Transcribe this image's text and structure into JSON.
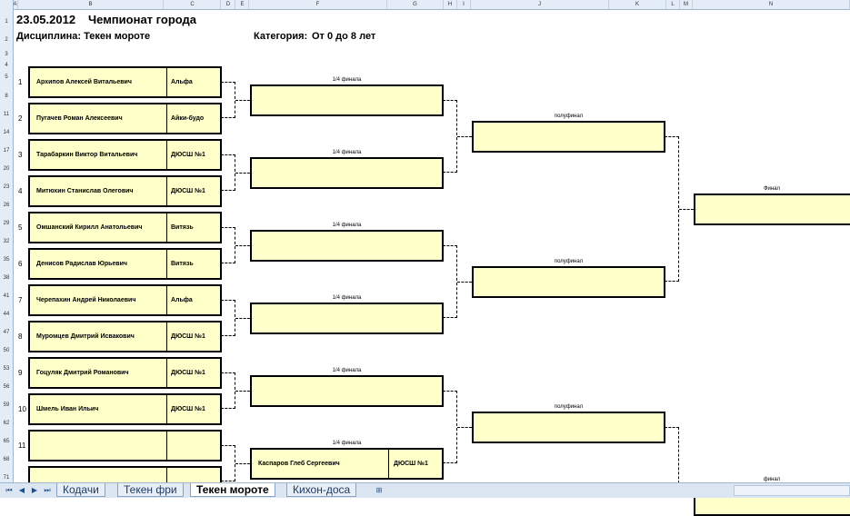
{
  "colors": {
    "cell_fill": "#ffffc9",
    "border": "#000000",
    "header_bg": "#e4ecf7",
    "tab_bar": "#dce6f3"
  },
  "columns": [
    "A",
    "B",
    "C",
    "D",
    "E",
    "F",
    "G",
    "H",
    "I",
    "J",
    "K",
    "L",
    "M",
    "N"
  ],
  "rows": [
    "1",
    "2",
    "3",
    "4",
    "5",
    "8",
    "11",
    "14",
    "17",
    "20",
    "23",
    "26",
    "29",
    "32",
    "35",
    "38",
    "41",
    "44",
    "47",
    "50",
    "53",
    "56",
    "59",
    "62",
    "65",
    "68",
    "71"
  ],
  "title": {
    "date": "23.05.2012",
    "event": "Чемпионат города",
    "discipline_label": "Дисциплина: Текен мороте",
    "category_label": "Категория:",
    "category_value": "От 0 до 8 лет"
  },
  "participants": [
    {
      "num": "1",
      "name": "Архипов Алексей Витальевич",
      "club": "Альфа"
    },
    {
      "num": "2",
      "name": "Пугачев Роман Алексеевич",
      "club": "Айки-будо"
    },
    {
      "num": "3",
      "name": "Тарабаркин Виктор Витальевич",
      "club": "ДЮСШ №1"
    },
    {
      "num": "4",
      "name": "Митюхин Станислав Олегович",
      "club": "ДЮСШ №1"
    },
    {
      "num": "5",
      "name": "Омшанский Кирилл Анатольевич",
      "club": "Витязь"
    },
    {
      "num": "6",
      "name": "Денисов Радислав Юрьевич",
      "club": "Витязь"
    },
    {
      "num": "7",
      "name": "Черепахин Андрей Николаевич",
      "club": "Альфа"
    },
    {
      "num": "8",
      "name": "Муромцев Дмитрий Исвакович",
      "club": "ДЮСШ №1"
    },
    {
      "num": "9",
      "name": "Гоцуляк Дмитрий Романович",
      "club": "ДЮСШ №1"
    },
    {
      "num": "10",
      "name": "Шмель Иван Ильич",
      "club": "ДЮСШ №1"
    },
    {
      "num": "11",
      "name": "",
      "club": ""
    },
    {
      "num": "",
      "name": "",
      "club": ""
    }
  ],
  "quarterfinals": [
    {
      "label": "1/4 финала",
      "name": "",
      "club": ""
    },
    {
      "label": "1/4 финала",
      "name": "",
      "club": ""
    },
    {
      "label": "1/4 финала",
      "name": "",
      "club": ""
    },
    {
      "label": "1/4 финала",
      "name": "",
      "club": ""
    },
    {
      "label": "1/4 финала",
      "name": "",
      "club": ""
    },
    {
      "label": "1/4 финала",
      "name": "Каспаров Глеб Сергеевич",
      "club": "ДЮСШ №1"
    }
  ],
  "semifinals": [
    {
      "label": "полуфинал"
    },
    {
      "label": "полуфинал"
    },
    {
      "label": "полуфинал"
    }
  ],
  "finals": [
    {
      "label": "Финал"
    },
    {
      "label": "финал"
    }
  ],
  "sheet_tabs": [
    "Кодачи",
    "Текен фри",
    "Текен мороте",
    "Кихон-доса"
  ],
  "active_tab": "Текен мороте"
}
